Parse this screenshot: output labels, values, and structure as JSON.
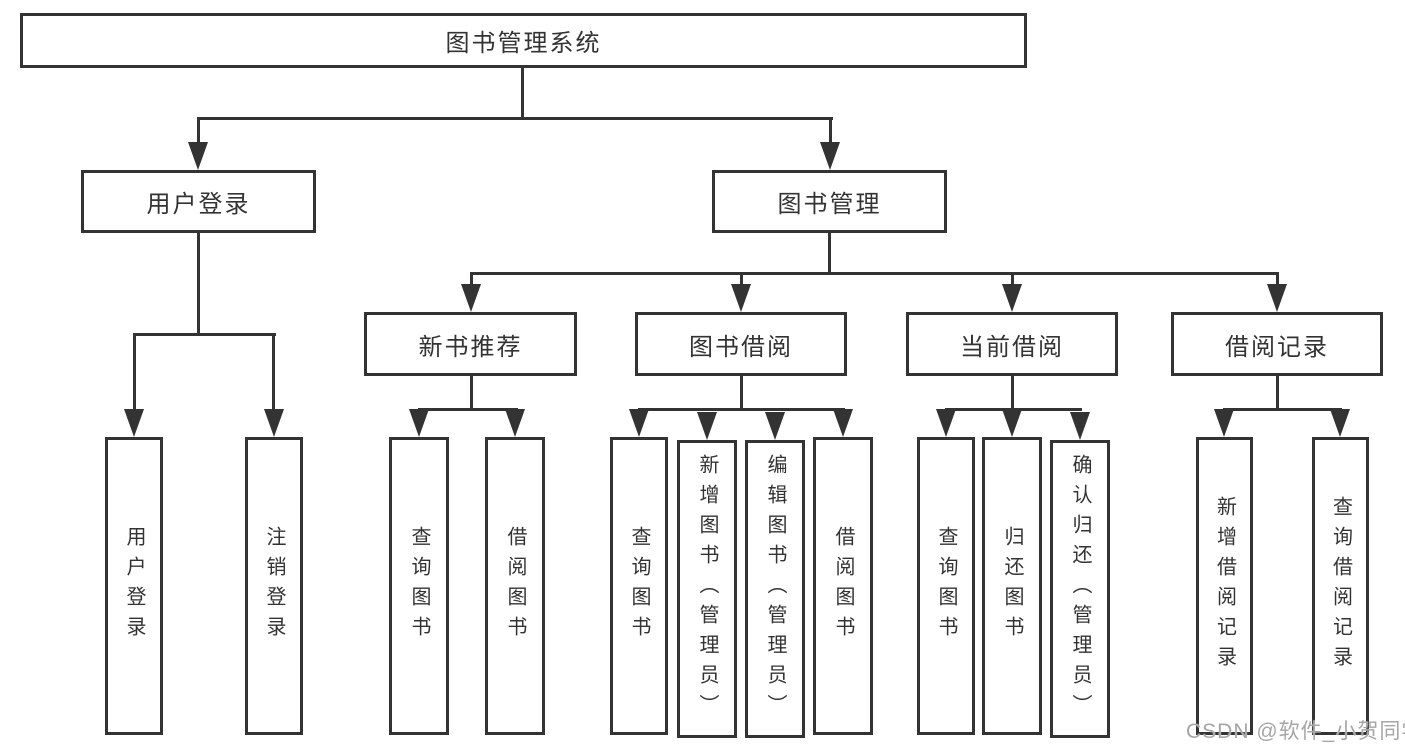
{
  "diagram": {
    "title": "图书管理系统",
    "type": "hierarchy-tree"
  },
  "tree": {
    "label": "图书管理系统",
    "children": [
      {
        "label": "用户登录",
        "children": [
          {
            "label": "用户登录"
          },
          {
            "label": "注销登录"
          }
        ]
      },
      {
        "label": "图书管理",
        "children": [
          {
            "label": "新书推荐",
            "children": [
              {
                "label": "查询图书"
              },
              {
                "label": "借阅图书"
              }
            ]
          },
          {
            "label": "图书借阅",
            "children": [
              {
                "label": "查询图书"
              },
              {
                "label": "新增图书（管理员）"
              },
              {
                "label": "编辑图书（管理员）"
              },
              {
                "label": "借阅图书"
              }
            ]
          },
          {
            "label": "当前借阅",
            "children": [
              {
                "label": "查询图书"
              },
              {
                "label": "归还图书"
              },
              {
                "label": "确认归还（管理员）"
              }
            ]
          },
          {
            "label": "借阅记录",
            "children": [
              {
                "label": "新增借阅记录"
              },
              {
                "label": "查询借阅记录"
              }
            ]
          }
        ]
      }
    ]
  },
  "watermark": {
    "text": "CSDN @软件_小贺同学"
  },
  "colors": {
    "line": "#333333",
    "text": "#333333",
    "background": "#ffffff",
    "watermark": "#a6a6a6"
  }
}
